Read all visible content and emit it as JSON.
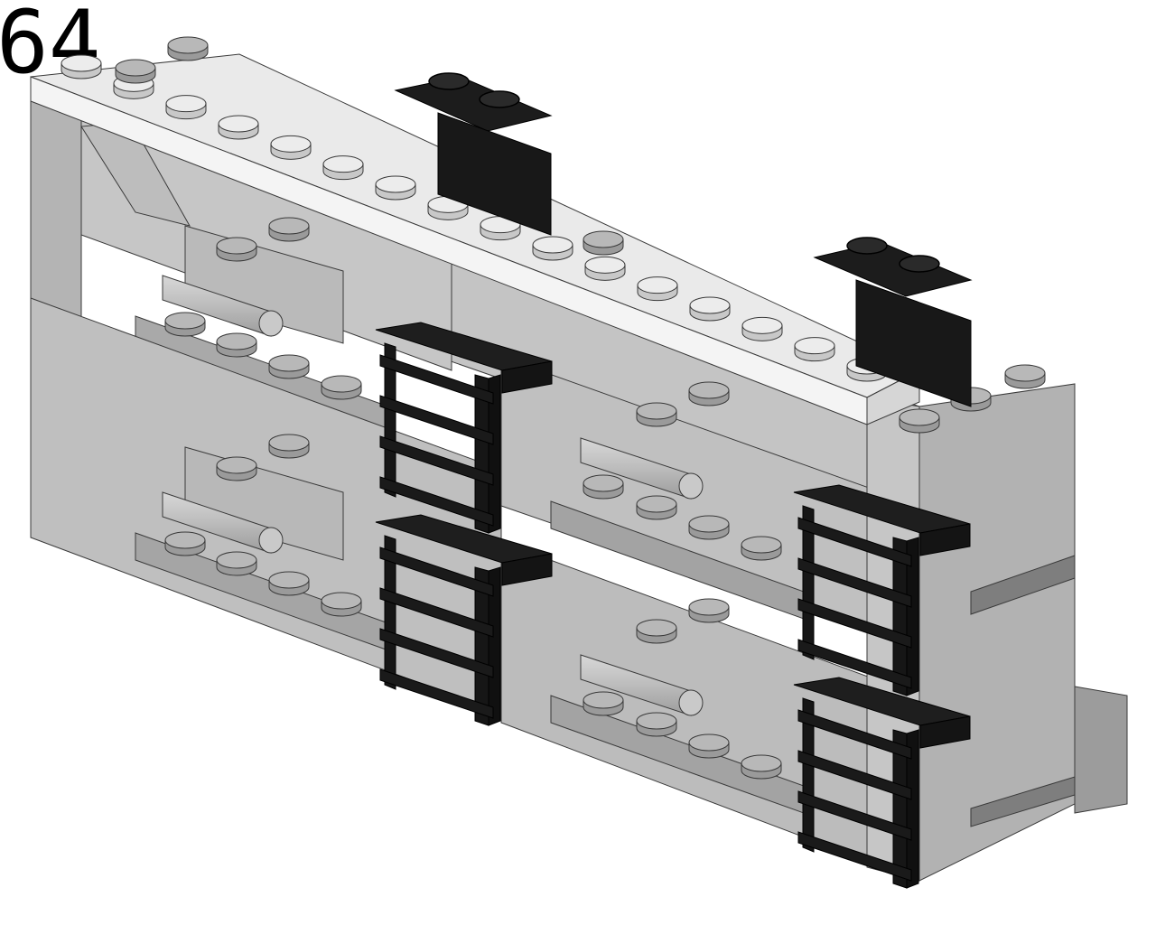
{
  "step": {
    "number": "64"
  },
  "colors": {
    "background": "#ffffff",
    "light_gray_top": "#c8c8c8",
    "light_gray_face": "#b0b0b0",
    "mid_gray": "#9a9a9a",
    "shadow_gray": "#7a7a7a",
    "white_brick": "#ececec",
    "black_part": "#1c1c1c",
    "outline": "#3a3a3a",
    "stud_light": "#e2e2e2",
    "stud_dark": "#a8a8a8"
  },
  "parts": {
    "top_beam": "white-plate-1x16",
    "ladders": "black-ladder-parts",
    "brackets": "black-bracket-1x2",
    "wall_modules": "light-gray-wall-panels",
    "bars": "light-gray-bar"
  }
}
